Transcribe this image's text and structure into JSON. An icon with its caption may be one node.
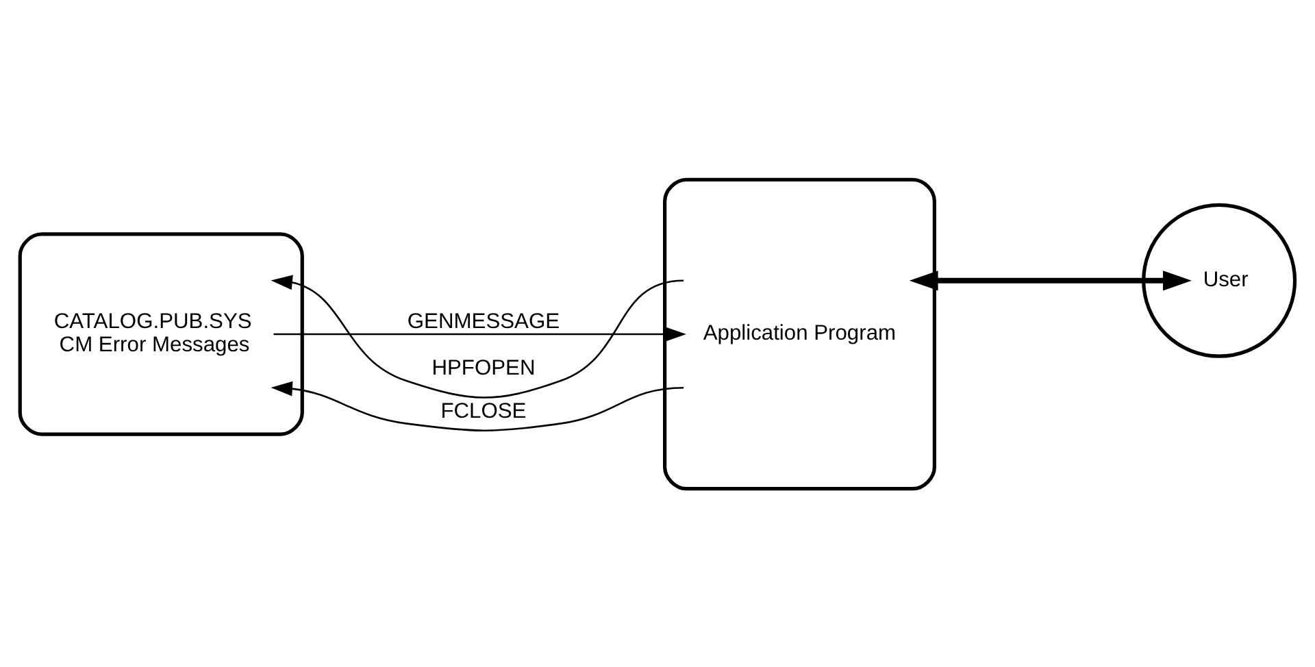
{
  "diagram": {
    "nodes": [
      {
        "text": [
          "CATALOG.PUB.SYS",
          "CM Error Messages"
        ]
      },
      {
        "text": [
          "Application Program"
        ]
      },
      {
        "text": [
          "User"
        ]
      }
    ],
    "edges": [
      {
        "from": 1,
        "to": 0,
        "arrow": "to",
        "label": "HPFOPEN"
      },
      {
        "from": 0,
        "to": 1,
        "arrow": "to",
        "label": "GENMESSAGE"
      },
      {
        "from": 1,
        "to": 0,
        "arrow": "to",
        "label": "FCLOSE"
      },
      {
        "from": 1,
        "to": 2,
        "arrow": "both",
        "style": "thick"
      }
    ]
  }
}
